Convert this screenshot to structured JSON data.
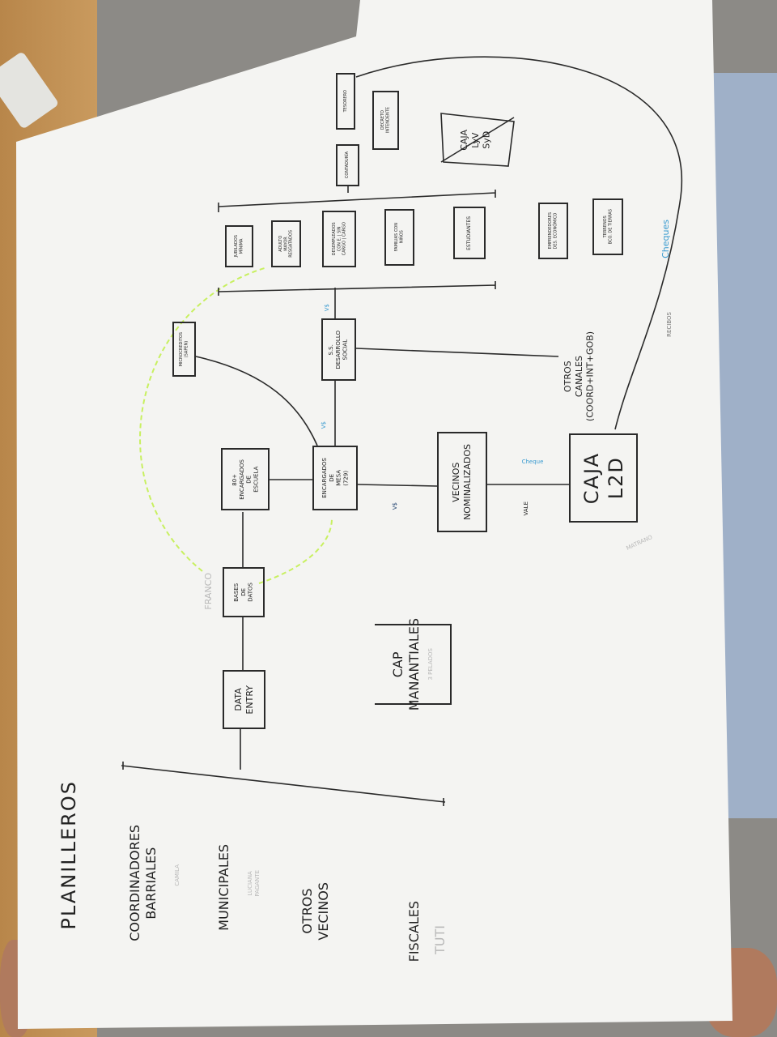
{
  "diagram": {
    "title": "PLANILLEROS",
    "left_groups": [
      {
        "label": "COORDINADORES\nBARRIALES",
        "note": "CAMILA"
      },
      {
        "label": "MUNICIPALES",
        "note": "LUCIANA\nPAGANTE"
      },
      {
        "label": "OTROS\nVECINOS",
        "note": ""
      },
      {
        "label": "FISCALES",
        "note": "TUTI"
      }
    ],
    "boxes": {
      "data_entry": "DATA\nENTRY",
      "bases_datos": "BASES\nDE\nDATOS",
      "encargados_escuela": "80+\nENCARGADOS\nDE\nESCUELA",
      "encargados_mesa": "ENCARGADOS\nDE\nMESA\n(729)",
      "microcreditos": "MICROCREDITOS\n(SAPEN)",
      "ss_desarrollo": "S.S.\nDESARROLLO\nSOCIAL",
      "vecinos": "VECINOS\nNOMINALIZADOS",
      "caja_l2d": "CAJA\nL2D",
      "cap": "CAP\nMANANTIALES",
      "cap_note": "3 PELADOS",
      "jubilados": "JUBILADOS\nMÍNIMA",
      "adulto_mayor": "ADULTO\nMAYOR\nRESGATADOS",
      "desempleados": "DESEMPLEADOS\nCON E. | SIN\nCARGO | CARGO",
      "familias": "FAMILIAS CON\nNIÑOS",
      "estudiantes": "ESTUDIANTES",
      "emprendedores": "EMPRENDEDORES\nDES. ECONÓMICO",
      "terrenos": "TERRENOS\nBCO. DE TIERRAS",
      "tesorero": "TESORERO",
      "contaduria": "CONTADURÍA",
      "decreto": "DECRETO\nINTENDENTE",
      "caja_lyv": "CAJA\nLyV\nSyD"
    },
    "annotations": {
      "otros_canales": "OTROS\nCANALES\n(COORD+INT+GOB)",
      "vale": "VALE",
      "cheque": "Cheque",
      "cheques": "Cheques",
      "recibos": "RECIBOS",
      "franco": "FRANCO",
      "matrano": "MATRANO",
      "v_mesa": "V$",
      "v_ss": "V$",
      "v_vecinos": "V$"
    },
    "colors": {
      "ink": "#2a2a2a",
      "blue_marker": "#3a9bd0",
      "green_marker": "#c8f060",
      "pencil": "#b8b8b8",
      "paper": "#f4f4f2"
    }
  }
}
